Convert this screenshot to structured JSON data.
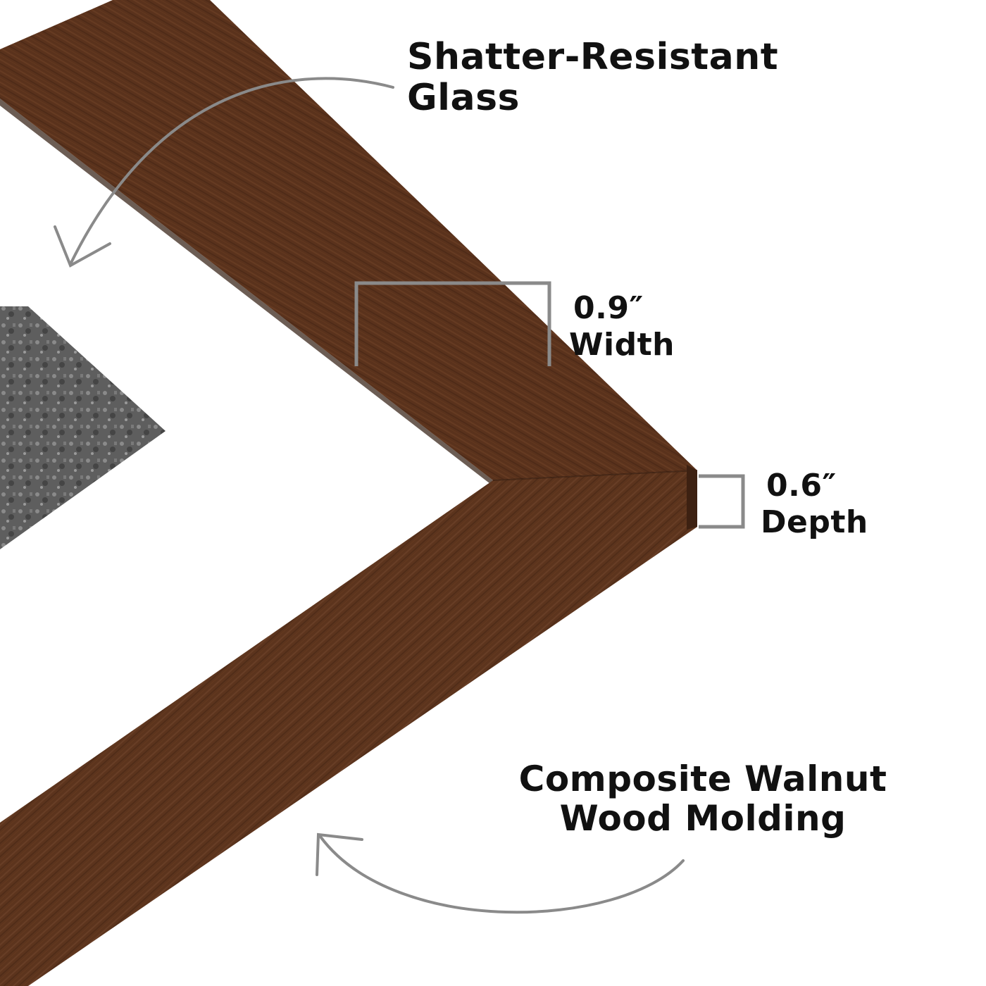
{
  "callouts": {
    "glass": {
      "line1": "Shatter-Resistant",
      "line2": "Glass"
    },
    "width": {
      "value": "0.9″",
      "label": "Width"
    },
    "depth": {
      "value": "0.6″",
      "label": "Depth"
    },
    "molding": {
      "line1": "Composite Walnut",
      "line2": "Wood Molding"
    }
  },
  "colors": {
    "frame_walnut": "#5a321c",
    "frame_walnut_light": "#6e4126",
    "frame_walnut_dark": "#3f2212",
    "mat": "#ffffff",
    "artwork": "#6a6a6a",
    "annotation_gray": "#8a8a8a",
    "text": "#111111"
  }
}
